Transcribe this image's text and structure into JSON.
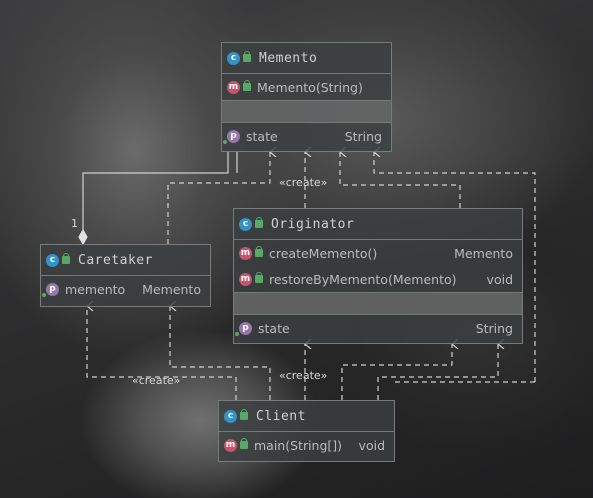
{
  "classes": {
    "memento": {
      "name": "Memento",
      "methods": [
        {
          "name": "Memento(String)",
          "type": ""
        }
      ],
      "fields": [
        {
          "name": "state",
          "type": "String"
        }
      ]
    },
    "originator": {
      "name": "Originator",
      "methods": [
        {
          "name": "createMemento()",
          "type": "Memento"
        },
        {
          "name": "restoreByMemento(Memento)",
          "type": "void"
        }
      ],
      "fields": [
        {
          "name": "state",
          "type": "String"
        }
      ]
    },
    "caretaker": {
      "name": "Caretaker",
      "fields": [
        {
          "name": "memento",
          "type": "Memento"
        }
      ]
    },
    "client": {
      "name": "Client",
      "methods": [
        {
          "name": "main(String[])",
          "type": "void"
        }
      ]
    }
  },
  "relations": {
    "create_label": "«create»",
    "multiplicity": "1"
  },
  "icons": {
    "class": "class-icon",
    "method": "method-icon",
    "property": "property-icon",
    "public": "lock-icon"
  },
  "colors": {
    "class_icon": "#3592c4",
    "method_icon": "#c7556a",
    "property_icon": "#9876aa",
    "public_lock": "#59a869",
    "edge": "#d0d0d0"
  }
}
